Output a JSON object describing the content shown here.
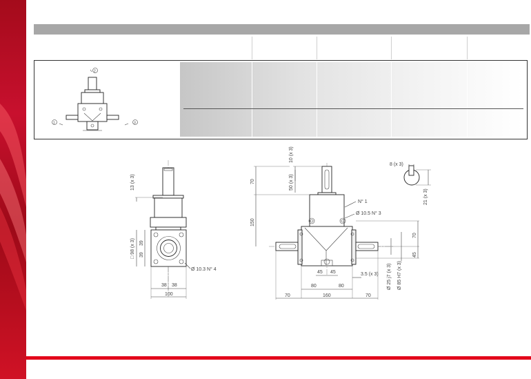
{
  "thumbnail": {
    "port_labels": [
      "2",
      "1",
      "3"
    ]
  },
  "front_view": {
    "dims": {
      "shaft_key": "13 (x 3)",
      "square": "□ 98 (x 3)",
      "half_a": "39",
      "half_b": "39",
      "holes": "Ø 10.3 N° 4",
      "bottom_half_a": "38",
      "bottom_half_b": "38",
      "width": "100"
    }
  },
  "side_view": {
    "dims": {
      "key_top": "10 (x 3)",
      "key_len": "50 (x 3)",
      "shaft_height": "70",
      "body_height": "150",
      "port_no": "N° 1",
      "holes": "Ø 10.5 N° 3",
      "right_a": "70",
      "right_b": "45",
      "bot_45a": "45",
      "bot_45b": "45",
      "bot_80a": "80",
      "bot_80b": "80",
      "chamfer": "3.5 (x 3)",
      "shaft_dia": "Ø 25 j7 (x 3)",
      "pilot": "Ø 85 H7 (x 3)",
      "left_70": "70",
      "mid_160": "160",
      "right_70": "70"
    }
  },
  "key_detail": {
    "width": "8 (x 3)",
    "depth": "21 (x 3)"
  }
}
